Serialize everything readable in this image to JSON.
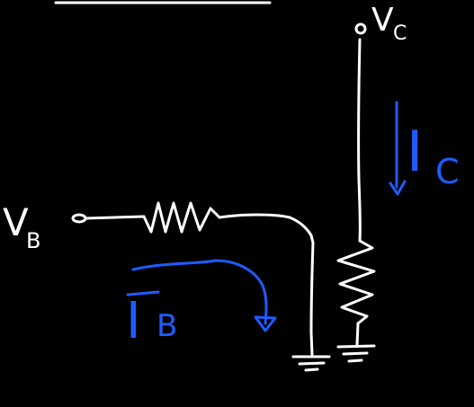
{
  "diagram": {
    "background_color": "#000000",
    "wire_color": "#ffffff",
    "annotation_color": "#1f5cff",
    "labels": {
      "vb_main": "V",
      "vb_sub": "B",
      "vc_main": "V",
      "vc_sub": "C",
      "ic_main": "I",
      "ic_sub": "C",
      "ib_main": "I",
      "ib_sub": "B"
    }
  }
}
